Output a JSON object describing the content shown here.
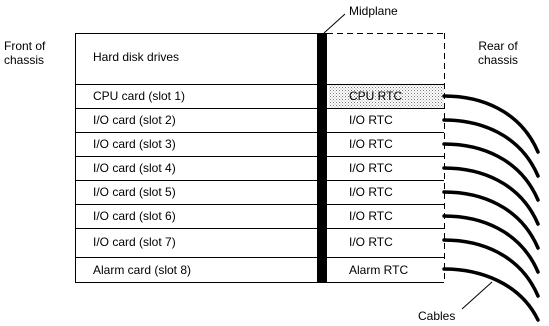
{
  "labels": {
    "midplane": "Midplane",
    "front_line1": "Front of",
    "front_line2": "chassis",
    "rear_line1": "Rear of",
    "rear_line2": "chassis",
    "cables": "Cables",
    "hard_disk": "Hard disk drives"
  },
  "slots": [
    {
      "front": "CPU card (slot 1)",
      "rear": "CPU RTC",
      "shaded": true
    },
    {
      "front": "I/O card (slot 2)",
      "rear": "I/O RTC"
    },
    {
      "front": "I/O card (slot 3)",
      "rear": "I/O RTC"
    },
    {
      "front": "I/O card (slot 4)",
      "rear": "I/O RTC"
    },
    {
      "front": "I/O card (slot 5)",
      "rear": "I/O RTC"
    },
    {
      "front": "I/O card (slot 6)",
      "rear": "I/O RTC"
    },
    {
      "front": "I/O card (slot 7)",
      "rear": "I/O RTC"
    },
    {
      "front": "Alarm card (slot 8)",
      "rear": "Alarm RTC"
    }
  ]
}
